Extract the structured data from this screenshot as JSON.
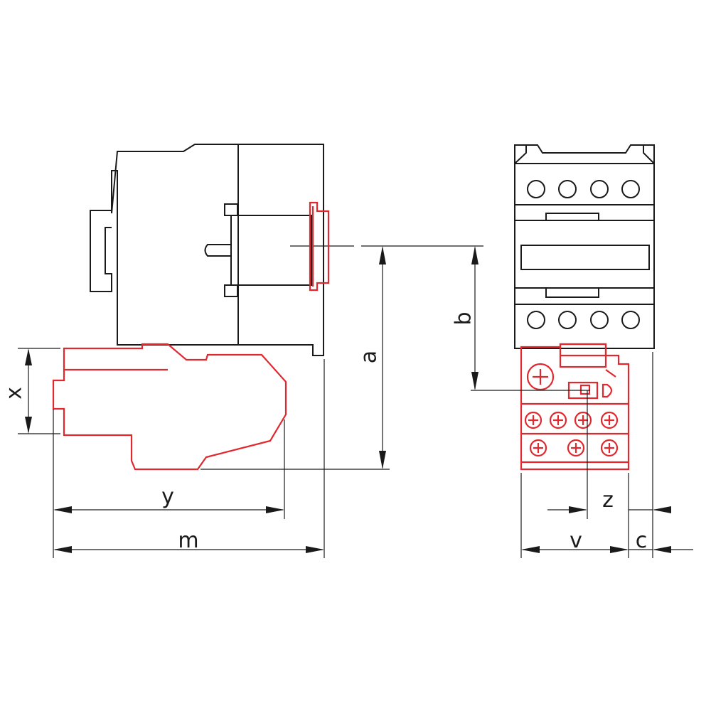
{
  "labels": {
    "x": "x",
    "y": "y",
    "m": "m",
    "a": "a",
    "b": "b",
    "z": "z",
    "v": "v",
    "c": "c"
  },
  "colors": {
    "outline": "#1a1a1a",
    "overload_relay": "#e0282e",
    "background": "#ffffff"
  }
}
